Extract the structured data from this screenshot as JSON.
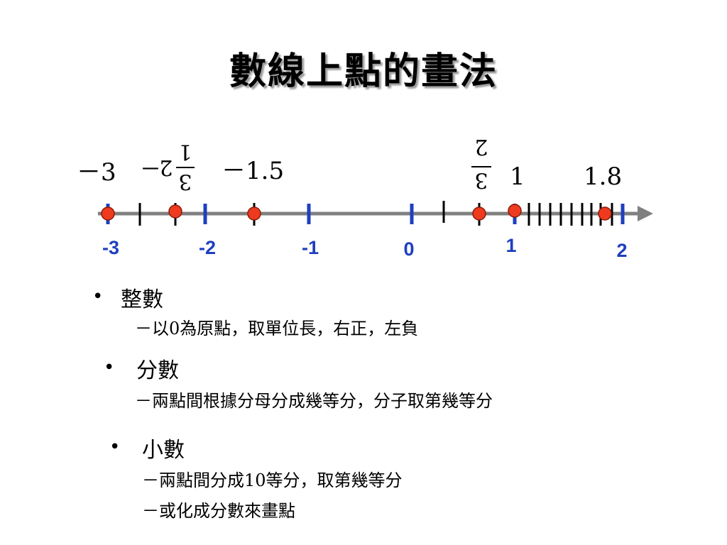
{
  "title": "數線上點的畫法",
  "number_line": {
    "integer_labels": [
      "-3",
      "-2",
      "-1",
      "0",
      "1",
      "2"
    ],
    "point_labels": {
      "neg3": "－3",
      "neg1_5": "－1.5",
      "one": "1",
      "one_point_eight": "1.8",
      "neg_frac_sign": "－",
      "neg_frac_numerator": "1",
      "neg_frac_denominator": "3",
      "neg_frac_whole": "2",
      "pos_frac_numerator": "2",
      "pos_frac_denominator": "3"
    },
    "colors": {
      "line": "#808080",
      "integer_tick": "#1f3fbf",
      "point_fill": "#ee3a1e",
      "point_stroke": "#8b1a0a",
      "label_blue": "#1f3fbf"
    }
  },
  "bullets": [
    {
      "marker": "•",
      "heading": "整數",
      "subs": [
        "－以0為原點，取單位長，右正，左負"
      ]
    },
    {
      "marker": "•",
      "heading": "分數",
      "subs": [
        "－兩點間根據分母分成幾等分，分子取第幾等分"
      ]
    },
    {
      "marker": "•",
      "heading": "小數",
      "subs": [
        "－兩點間分成10等分，取第幾等分",
        "－或化成分數來畫點"
      ]
    }
  ]
}
